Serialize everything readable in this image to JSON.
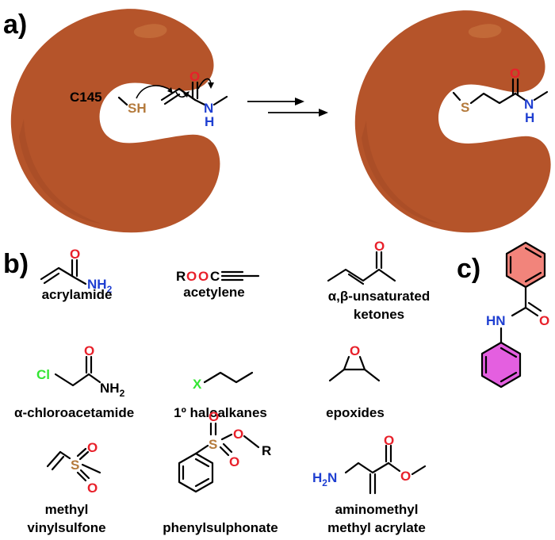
{
  "labels": {
    "panel_a": "a)",
    "panel_b": "b)",
    "panel_c": "c)"
  },
  "reaction": {
    "residue": "C145",
    "thiol": "SH",
    "sulfur": "S",
    "oxygen": "O",
    "nitrogen": "N",
    "hydrogen": "H"
  },
  "warheads": [
    {
      "id": "acrylamide",
      "caption": [
        "acrylamide"
      ],
      "atoms": {
        "o": "O",
        "nh2": "NH",
        "sub": "2"
      }
    },
    {
      "id": "acetylene",
      "caption": [
        "acetylene"
      ],
      "atoms": {
        "r": "R",
        "o1": "O",
        "o2": "O",
        "c": "C"
      }
    },
    {
      "id": "enone",
      "caption": [
        "α,β-unsaturated",
        "ketones"
      ],
      "atoms": {
        "o": "O"
      }
    },
    {
      "id": "chloroacetamide",
      "caption": [
        "α-chloroacetamide"
      ],
      "atoms": {
        "cl": "Cl",
        "o": "O",
        "nh2": "NH",
        "sub": "2"
      }
    },
    {
      "id": "haloalkane",
      "caption": [
        "1º haloalkanes"
      ],
      "atoms": {
        "x": "X"
      }
    },
    {
      "id": "epoxide",
      "caption": [
        "epoxides"
      ],
      "atoms": {
        "o": "O"
      }
    },
    {
      "id": "vinylsulfone",
      "caption": [
        "methyl",
        "vinylsulfone"
      ],
      "atoms": {
        "s": "S",
        "o1": "O",
        "o2": "O"
      }
    },
    {
      "id": "phenylsulphonate",
      "caption": [
        "phenylsulphonate"
      ],
      "atoms": {
        "s": "S",
        "o1": "O",
        "o2": "O",
        "o3": "O",
        "r": "R"
      }
    },
    {
      "id": "aminomethylacrylate",
      "caption": [
        "aminomethyl",
        "methyl acrylate"
      ],
      "atoms": {
        "h2n": "H",
        "sub": "2",
        "n": "N",
        "o1": "O",
        "o2": "O"
      }
    }
  ],
  "scaffold": {
    "hn": "HN",
    "o": "O"
  },
  "colors": {
    "protein": "#b5542a",
    "protein_highlight": "#c7703e",
    "protein_shadow": "#a04824",
    "oxygen": "#e8202a",
    "nitrogen": "#1f3fd1",
    "sulfur": "#b47a3c",
    "chlorine": "#33e533",
    "halogen": "#33e533",
    "ring_top": "#f2847b",
    "ring_bottom": "#e45fe0"
  }
}
